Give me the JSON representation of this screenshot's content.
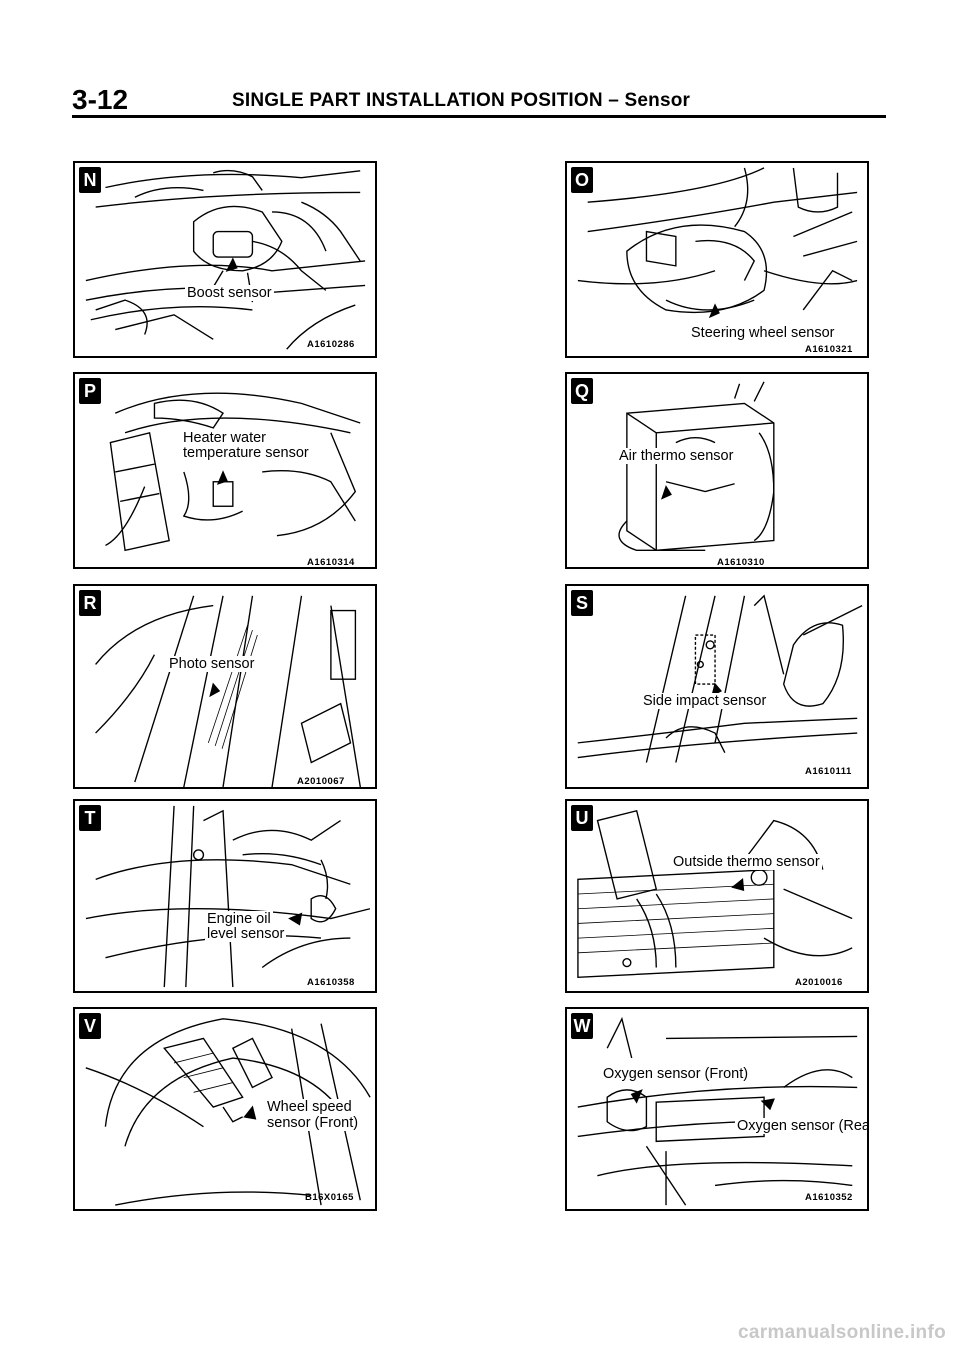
{
  "header": {
    "page_number": "3-12",
    "title": "SINGLE PART INSTALLATION POSITION",
    "separator": "–",
    "subtitle": "Sensor"
  },
  "panels": [
    {
      "letter": "N",
      "labels": [
        "Boost sensor"
      ],
      "code": "A1610286"
    },
    {
      "letter": "O",
      "labels": [
        "Steering wheel sensor"
      ],
      "code": "A1610321"
    },
    {
      "letter": "P",
      "labels": [
        "Heater water",
        "temperature sensor"
      ],
      "code": "A1610314"
    },
    {
      "letter": "Q",
      "labels": [
        "Air thermo sensor"
      ],
      "code": "A1610310"
    },
    {
      "letter": "R",
      "labels": [
        "Photo sensor"
      ],
      "code": "A2010067"
    },
    {
      "letter": "S",
      "labels": [
        "Side impact sensor"
      ],
      "code": "A1610111"
    },
    {
      "letter": "T",
      "labels": [
        "Engine oil",
        "level sensor"
      ],
      "code": "A1610358"
    },
    {
      "letter": "U",
      "labels": [
        "Outside thermo sensor"
      ],
      "code": "A2010016"
    },
    {
      "letter": "V",
      "labels": [
        "Wheel speed",
        "sensor (Front)"
      ],
      "code": "B16X0165"
    },
    {
      "letter": "W",
      "labels": [
        "Oxygen sensor (Front)",
        "Oxygen sensor (Rear)"
      ],
      "code": "A1610352"
    }
  ],
  "watermark": "carmanualsonline.info"
}
